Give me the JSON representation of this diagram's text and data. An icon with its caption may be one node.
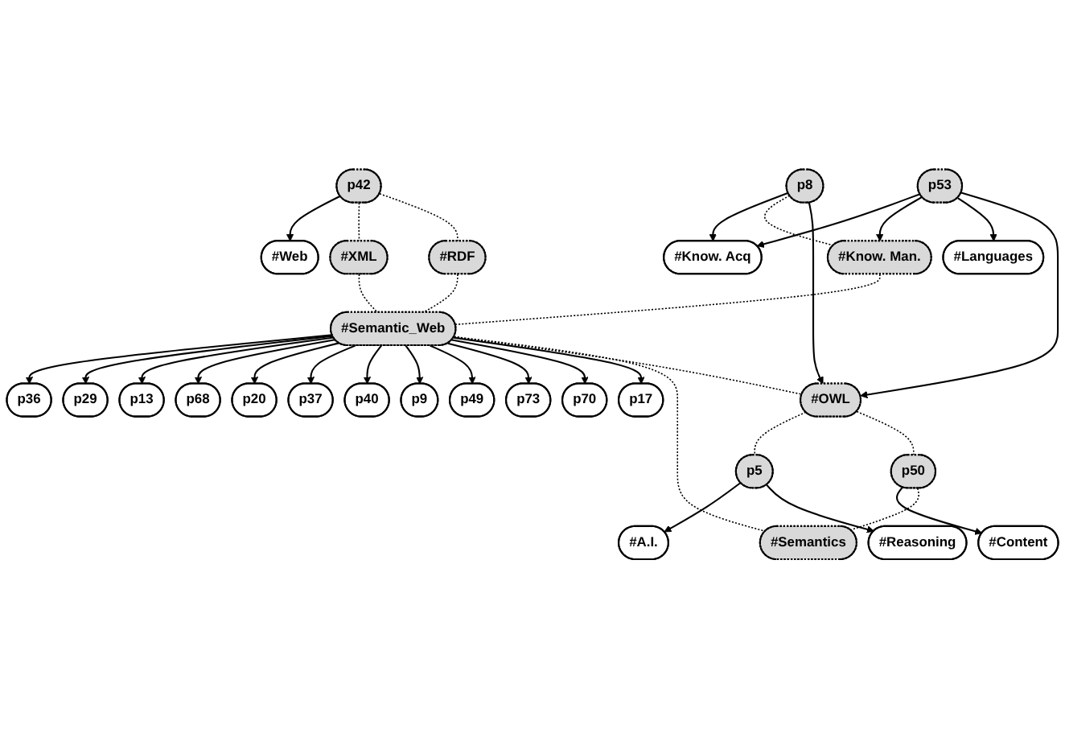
{
  "diagram": {
    "nodes": [
      {
        "text": [
          "#Web"
        ]
      },
      {
        "text": [
          "p42"
        ]
      },
      {
        "text": [
          "#Know. Acq"
        ]
      },
      {
        "text": [
          "#XML"
        ]
      },
      {
        "text": [
          "p8"
        ]
      },
      {
        "text": [
          "#Know. Man."
        ]
      },
      {
        "text": [
          "#RDF"
        ]
      },
      {
        "text": [
          "p29"
        ]
      },
      {
        "text": [
          "p13"
        ]
      },
      {
        "text": [
          "p36"
        ]
      },
      {
        "text": [
          "p68"
        ]
      },
      {
        "text": [
          "p20"
        ]
      },
      {
        "text": [
          "p37"
        ]
      },
      {
        "text": [
          "p53"
        ]
      },
      {
        "text": [
          "#Semantic_Web"
        ]
      },
      {
        "text": [
          "p40"
        ]
      },
      {
        "text": [
          "p9"
        ]
      },
      {
        "text": [
          "#Languages"
        ]
      },
      {
        "text": [
          "p17"
        ]
      },
      {
        "text": [
          "p49"
        ]
      },
      {
        "text": [
          "p73"
        ]
      },
      {
        "text": [
          "p70"
        ]
      },
      {
        "text": [
          "#OWL"
        ]
      },
      {
        "text": [
          "#A.I."
        ]
      },
      {
        "text": [
          "#Content"
        ]
      },
      {
        "text": [
          "#Semantics"
        ]
      },
      {
        "text": [
          "#Reasoning"
        ]
      },
      {
        "text": [
          "p5"
        ]
      },
      {
        "text": [
          "p50"
        ]
      }
    ],
    "edges": [
      {
        "from": 1,
        "to": 0,
        "arrow": "to"
      },
      {
        "from": 1,
        "to": 3,
        "arrow": "none",
        "style": "dashed"
      },
      {
        "from": 1,
        "to": 6,
        "arrow": "none",
        "style": "dashed"
      },
      {
        "from": 4,
        "to": 2,
        "arrow": "to"
      },
      {
        "from": 4,
        "to": 5,
        "arrow": "none",
        "style": "dashed"
      },
      {
        "from": 4,
        "to": 22,
        "arrow": "to"
      },
      {
        "from": 13,
        "to": 2,
        "arrow": "to"
      },
      {
        "from": 13,
        "to": 5,
        "arrow": "to"
      },
      {
        "from": 13,
        "to": 17,
        "arrow": "to"
      },
      {
        "from": 13,
        "to": 22,
        "arrow": "to"
      },
      {
        "from": 5,
        "to": 14,
        "arrow": "none",
        "style": "dashed"
      },
      {
        "from": 3,
        "to": 14,
        "arrow": "none",
        "style": "dashed"
      },
      {
        "from": 6,
        "to": 14,
        "arrow": "none",
        "style": "dashed"
      },
      {
        "from": 14,
        "to": 9,
        "arrow": "to"
      },
      {
        "from": 14,
        "to": 7,
        "arrow": "to"
      },
      {
        "from": 14,
        "to": 8,
        "arrow": "to"
      },
      {
        "from": 14,
        "to": 10,
        "arrow": "to"
      },
      {
        "from": 14,
        "to": 11,
        "arrow": "to"
      },
      {
        "from": 14,
        "to": 12,
        "arrow": "to"
      },
      {
        "from": 14,
        "to": 15,
        "arrow": "to"
      },
      {
        "from": 14,
        "to": 16,
        "arrow": "to"
      },
      {
        "from": 14,
        "to": 19,
        "arrow": "to"
      },
      {
        "from": 14,
        "to": 20,
        "arrow": "to"
      },
      {
        "from": 14,
        "to": 21,
        "arrow": "to"
      },
      {
        "from": 14,
        "to": 18,
        "arrow": "to"
      },
      {
        "from": 14,
        "to": 22,
        "arrow": "none",
        "style": "dashed"
      },
      {
        "from": 14,
        "to": 25,
        "arrow": "none",
        "style": "dashed"
      },
      {
        "from": 22,
        "to": 27,
        "arrow": "none",
        "style": "dashed"
      },
      {
        "from": 22,
        "to": 28,
        "arrow": "none",
        "style": "dashed"
      },
      {
        "from": 27,
        "to": 23,
        "arrow": "to"
      },
      {
        "from": 27,
        "to": 26,
        "arrow": "to"
      },
      {
        "from": 28,
        "to": 24,
        "arrow": "to"
      },
      {
        "from": 28,
        "to": 25,
        "arrow": "none",
        "style": "dashed"
      }
    ]
  }
}
